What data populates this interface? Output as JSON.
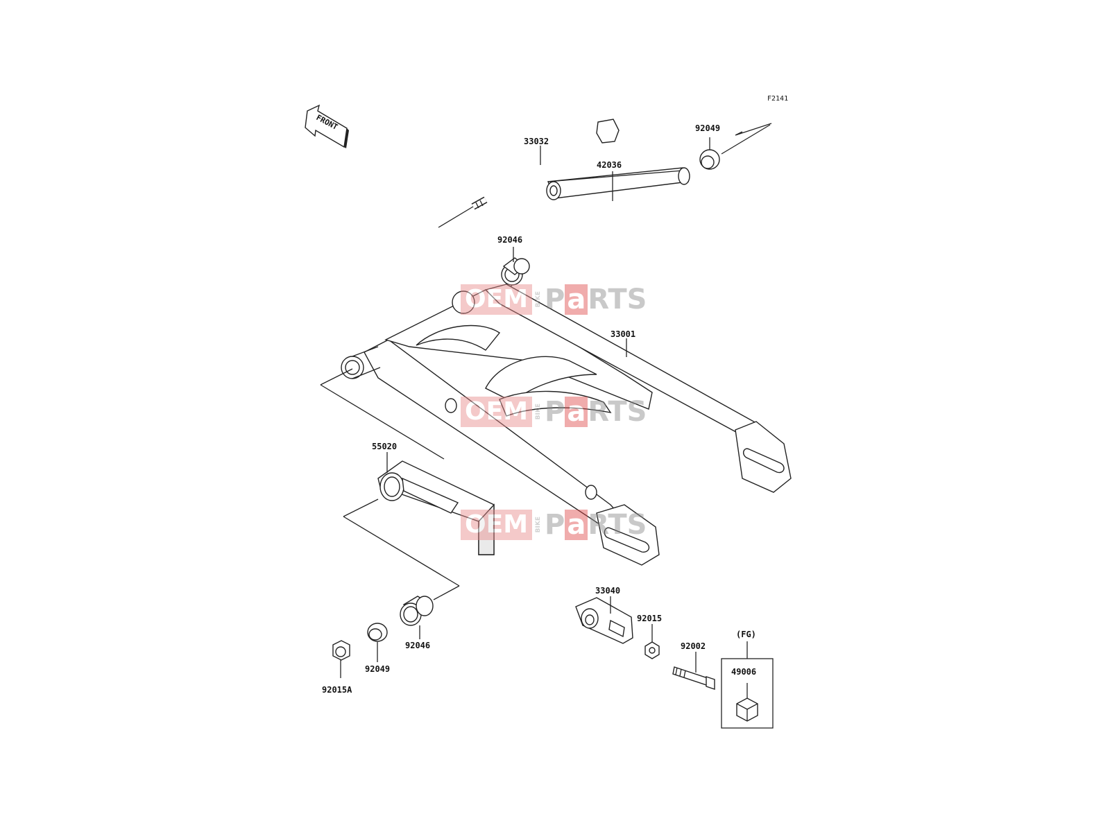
{
  "diagram_code": "F2141",
  "front_arrow_label": "FRONT",
  "parts": {
    "swingarm": "33001",
    "pivot_shaft": "33032",
    "collar_sleeve": "42036",
    "upper_bearing": "92046",
    "upper_seal": "92049",
    "chain_guide": "55020",
    "lower_bearing": "92046",
    "lower_seal": "92049",
    "nut_a": "92015A",
    "chain_adjuster": "33040",
    "adjuster_nut": "92015",
    "adjuster_bolt": "92002",
    "fg_group_label": "(FG)",
    "fg_cap": "49006"
  },
  "watermark": {
    "oem": "OEM",
    "bike": "BIKE",
    "p": "P",
    "a": "a",
    "rts": "RTS"
  }
}
